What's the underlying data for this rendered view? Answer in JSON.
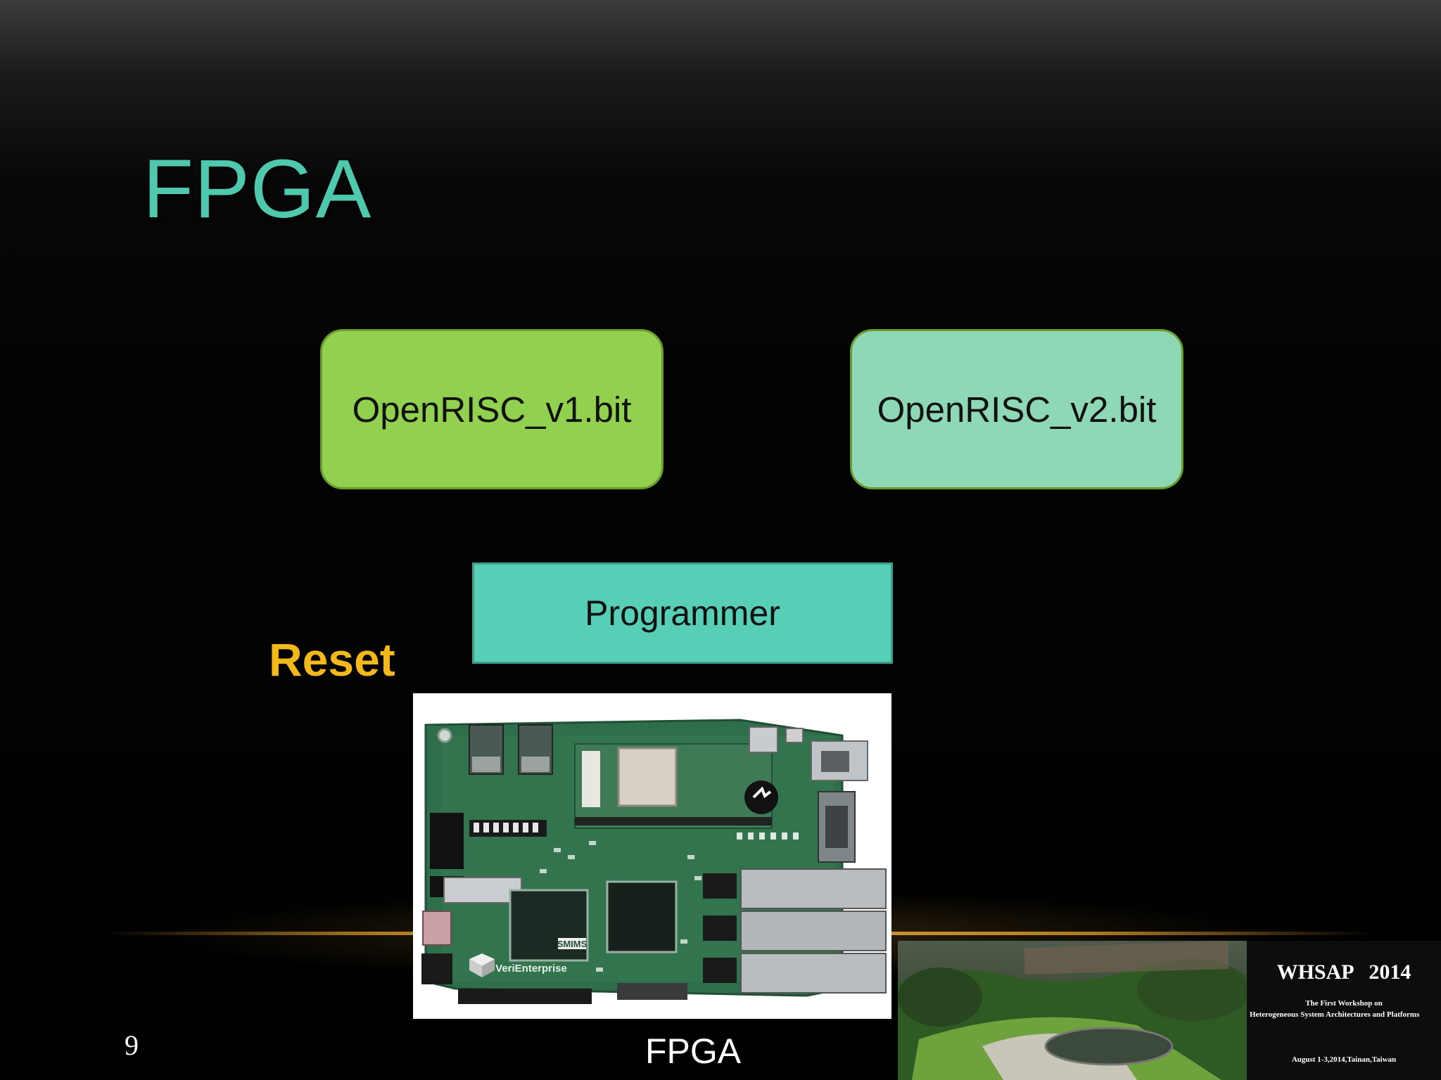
{
  "slide": {
    "title": "FPGA",
    "page_number": "9",
    "footer": "FPGA"
  },
  "diagram": {
    "bitstream_1": "OpenRISC_v1.bit",
    "bitstream_2": "OpenRISC_v2.bit",
    "programmer": "Programmer",
    "reset": "Reset"
  },
  "board_photo": {
    "brand_label": "SMIMS",
    "product_label": "VeriEnterprise"
  },
  "banner": {
    "title": "WHSAP   2014",
    "subtitle_line1": "The First Workshop on",
    "subtitle_line2": "Heterogeneous System Architectures and Platforms",
    "dates": "August 1-3,2014,Tainan,Taiwan"
  },
  "colors": {
    "title": "#4fc9ad",
    "bitstream_1_fill": "#92d050",
    "bitstream_2_fill": "#8fd8b6",
    "programmer_fill": "#56cfb6",
    "reset_text": "#f3b81a",
    "pcb_green": "#2f6e4a"
  }
}
